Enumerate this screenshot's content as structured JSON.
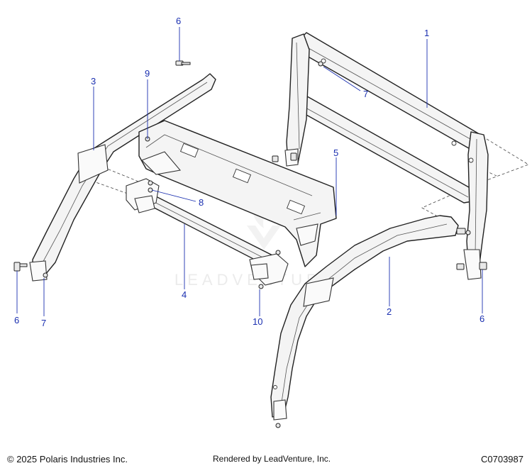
{
  "callouts": [
    {
      "id": "c1a",
      "label": "1"
    },
    {
      "id": "c2",
      "label": "2"
    },
    {
      "id": "c3",
      "label": "3"
    },
    {
      "id": "c4",
      "label": "4"
    },
    {
      "id": "c5",
      "label": "5"
    },
    {
      "id": "c6a",
      "label": "6"
    },
    {
      "id": "c6b",
      "label": "6"
    },
    {
      "id": "c6c",
      "label": "6"
    },
    {
      "id": "c7a",
      "label": "7"
    },
    {
      "id": "c7b",
      "label": "7"
    },
    {
      "id": "c8",
      "label": "8"
    },
    {
      "id": "c9",
      "label": "9"
    },
    {
      "id": "c10",
      "label": "10"
    }
  ],
  "watermark": {
    "text": "LEADVENTURE"
  },
  "footer": {
    "copyright": "© 2025 Polaris Industries Inc.",
    "rendered_by": "Rendered by LeadVenture, Inc.",
    "drawing_id": "C0703987"
  },
  "colors": {
    "callout": "#1a2fb0",
    "line": "#222222"
  }
}
